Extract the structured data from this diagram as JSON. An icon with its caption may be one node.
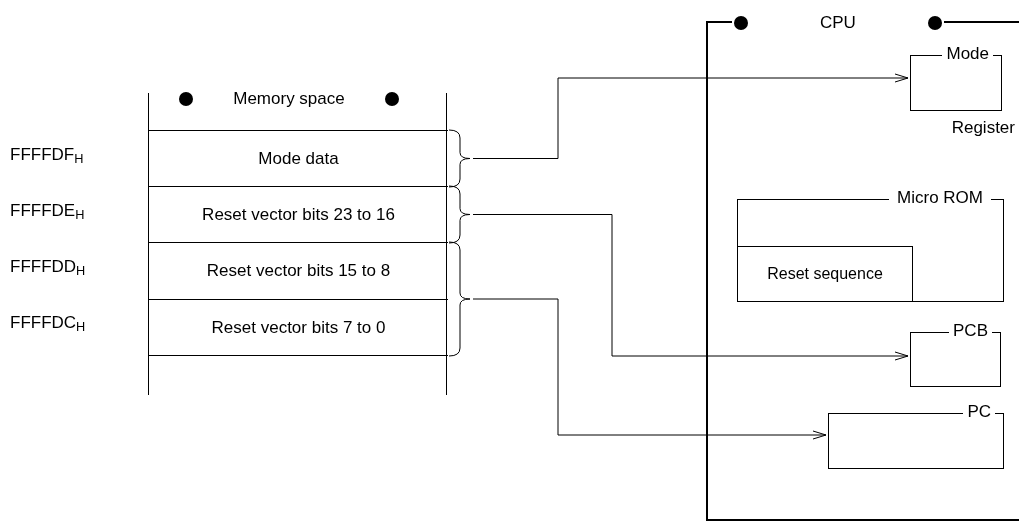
{
  "diagram": {
    "nodes": [
      {
        "text": [
          "CPU"
        ]
      },
      {
        "text": [
          "Memory space"
        ]
      },
      {
        "text": [
          "Mode data"
        ],
        "in": 1
      },
      {
        "text": [
          "Reset vector bits 23 to 16"
        ],
        "in": 1
      },
      {
        "text": [
          "Reset vector bits 15 to 8"
        ],
        "in": 1
      },
      {
        "text": [
          "Reset vector bits 7 to 0"
        ],
        "in": 1
      },
      {
        "text": [
          "Mode"
        ],
        "in": 0,
        "beside": [
          "Register"
        ]
      },
      {
        "text": [
          "Micro ROM"
        ],
        "in": 0
      },
      {
        "text": [
          "Reset sequence"
        ],
        "in": 7
      },
      {
        "text": [
          "PCB"
        ],
        "in": 0
      },
      {
        "text": [
          "PC"
        ],
        "in": 0
      }
    ],
    "edges": [
      {
        "from": 2,
        "to": 6,
        "arrow": "to"
      },
      {
        "from": 3,
        "to": 9,
        "arrow": "to"
      },
      {
        "from": 4,
        "to": 10,
        "arrow": "to"
      },
      {
        "from": 5,
        "to": 10,
        "arrow": "to"
      }
    ],
    "labels": [
      "FFFFDF$_{H}$",
      "FFFFDE$_{H}$",
      "FFFFDD$_{H}$",
      "FFFFDC$_{H}$"
    ]
  }
}
